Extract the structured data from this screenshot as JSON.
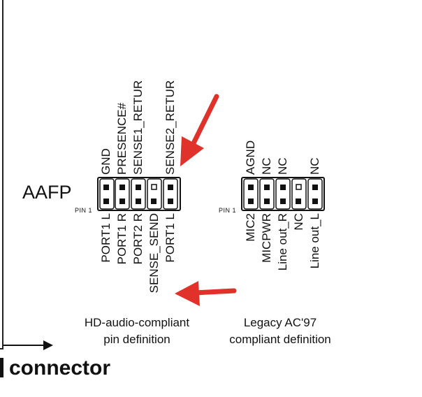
{
  "header_label": "AAFP",
  "pin1_label": "PIN 1",
  "hd_audio": {
    "top_labels": [
      "GND",
      "PRESENCE#",
      "SENSE1_RETUR",
      "",
      "SENSE2_RETUR"
    ],
    "bottom_labels": [
      "PORT1 L",
      "PORT1 R",
      "PORT2 R",
      "SENSE_SEND",
      "PORT1 L"
    ],
    "caption_line1": "HD-audio-compliant",
    "caption_line2": "pin definition"
  },
  "ac97": {
    "top_labels": [
      "AGND",
      "NC",
      "NC",
      "",
      "NC"
    ],
    "bottom_labels": [
      "MIC2",
      "MICPWR",
      "Line out_R",
      "NC",
      "Line out_L"
    ],
    "caption_line1": "Legacy AC'97",
    "caption_line2": "compliant definition"
  },
  "connector_text": "connector",
  "colors": {
    "arrow": "#e0322a",
    "ink": "#111111"
  }
}
